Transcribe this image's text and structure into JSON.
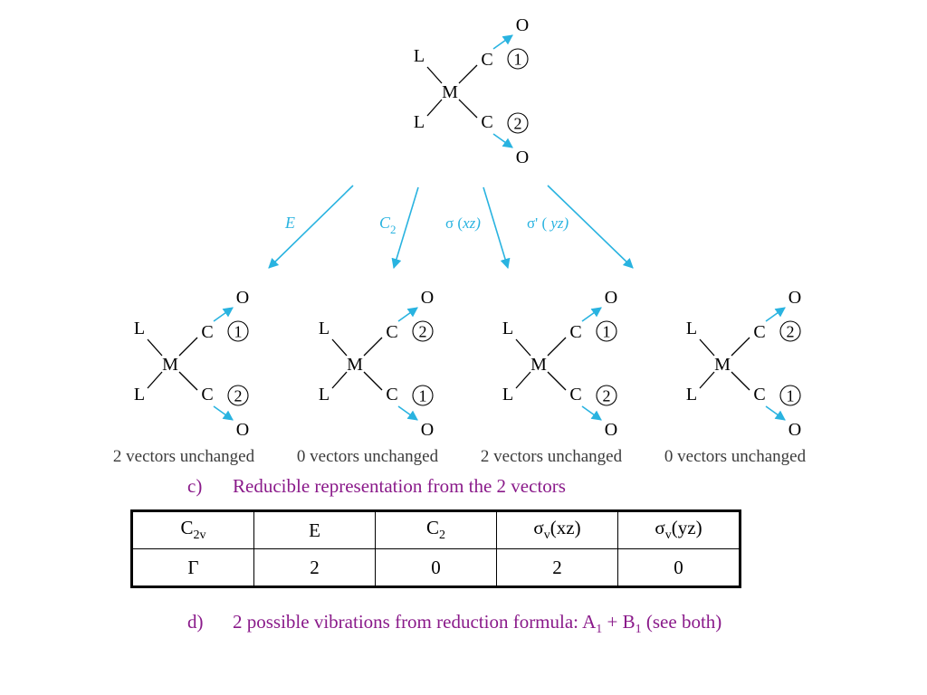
{
  "molecule": {
    "metal": "M",
    "ligand": "L",
    "carbon": "C",
    "oxygen": "O",
    "label_1": "1",
    "label_2": "2",
    "arrow_color": "#29b3e0"
  },
  "operations": [
    {
      "symbol": "E",
      "sub": "",
      "rest": ""
    },
    {
      "symbol": "C",
      "sub": "2",
      "rest": ""
    },
    {
      "symbol": "σ (",
      "sub": "",
      "rest": "xz)"
    },
    {
      "symbol": "σ' ( ",
      "sub": "",
      "rest": "yz)"
    }
  ],
  "results": [
    {
      "top": "1",
      "bottom": "2",
      "caption": "2 vectors unchanged"
    },
    {
      "top": "2",
      "bottom": "1",
      "caption": "0 vectors unchanged"
    },
    {
      "top": "1",
      "bottom": "2",
      "caption": "2 vectors unchanged"
    },
    {
      "top": "2",
      "bottom": "1",
      "caption": "0 vectors unchanged"
    }
  ],
  "section_c": {
    "label": "c)",
    "text": "Reducible representation from the 2 vectors"
  },
  "table": {
    "headers": [
      {
        "main": "C",
        "sub": "2v",
        "tail": ""
      },
      {
        "main": "E",
        "sub": "",
        "tail": ""
      },
      {
        "main": "C",
        "sub": "2",
        "tail": ""
      },
      {
        "main": "σ",
        "sub": "v",
        "tail": "(xz)"
      },
      {
        "main": "σ",
        "sub": "v",
        "tail": "(yz)"
      }
    ],
    "row": [
      "Γ",
      "2",
      "0",
      "2",
      "0"
    ]
  },
  "section_d": {
    "label": "d)",
    "text_before": "2 possible vibrations from reduction formula: A",
    "sub1": "1",
    "plus": " + B",
    "sub2": "1",
    "text_after": " (see both)"
  },
  "colors": {
    "arrow": "#29b3e0",
    "text_accent": "#8a1a8a",
    "caption": "#3b3b3b"
  }
}
